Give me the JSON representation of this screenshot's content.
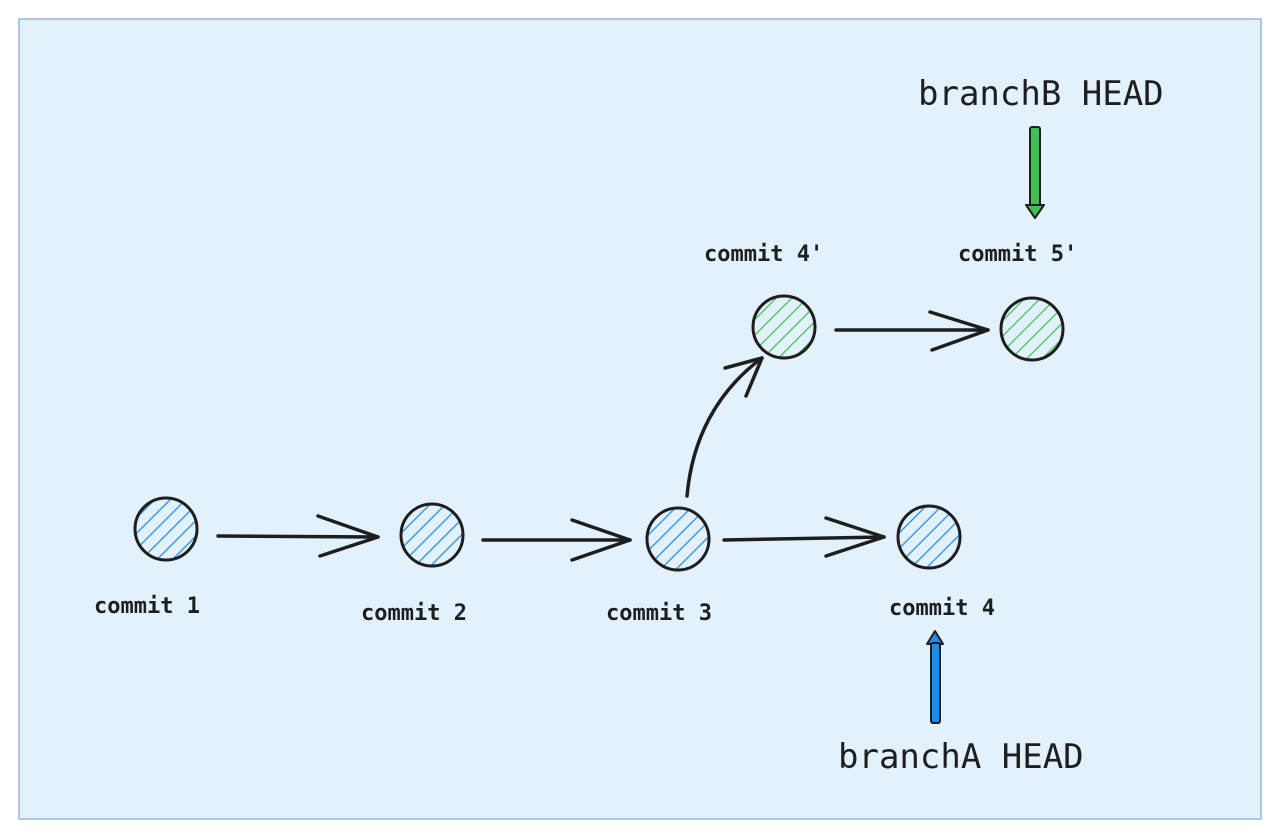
{
  "colors": {
    "canvas_background": "#e3f1fd",
    "canvas_border": "#a8c8e8",
    "stroke": "#1e1e1e",
    "branch_a": "#228be6",
    "branch_b": "#40c057"
  },
  "commits": [
    {
      "id": "c1",
      "label": "commit 1",
      "branch": "A"
    },
    {
      "id": "c2",
      "label": "commit 2",
      "branch": "A"
    },
    {
      "id": "c3",
      "label": "commit 3",
      "branch": "A"
    },
    {
      "id": "c4",
      "label": "commit 4",
      "branch": "A"
    },
    {
      "id": "c4p",
      "label": "commit 4'",
      "branch": "B"
    },
    {
      "id": "c5p",
      "label": "commit 5'",
      "branch": "B"
    }
  ],
  "edges": [
    {
      "from": "c1",
      "to": "c2"
    },
    {
      "from": "c2",
      "to": "c3"
    },
    {
      "from": "c3",
      "to": "c4"
    },
    {
      "from": "c3",
      "to": "c4p"
    },
    {
      "from": "c4p",
      "to": "c5p"
    }
  ],
  "heads": [
    {
      "id": "head-b",
      "label": "branchB HEAD",
      "target": "c5p",
      "icon": "arrow-down-icon"
    },
    {
      "id": "head-a",
      "label": "branchA HEAD",
      "target": "c4",
      "icon": "arrow-up-icon"
    }
  ]
}
